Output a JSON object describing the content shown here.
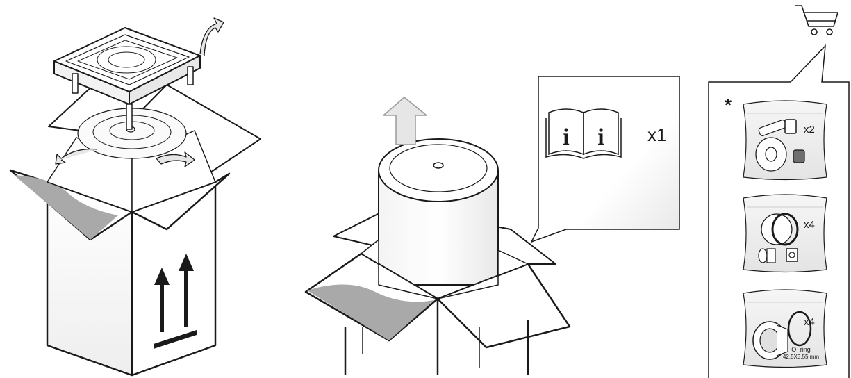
{
  "manual_callout": {
    "quantity": "x1"
  },
  "accessory_panel": {
    "marker": "*",
    "bags": [
      {
        "quantity": "x2"
      },
      {
        "quantity": "x4"
      },
      {
        "quantity": "x4",
        "part_name": "O- ring",
        "part_size": "42.5X3.55 mm"
      }
    ]
  },
  "colors": {
    "line": "#1a1a1a",
    "flap_gray": "#a9a9a9",
    "arrow_gray": "#e6e6e6",
    "bag_fill": "#f2f2f2"
  },
  "icons": [
    "box-open-icon",
    "lift-arrow-icon",
    "manual-book-icon",
    "shopping-cart-icon",
    "this-side-up-icon"
  ]
}
